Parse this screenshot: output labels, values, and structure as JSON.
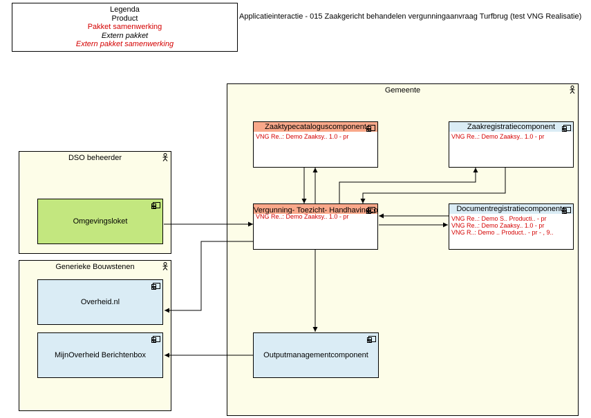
{
  "legend": {
    "title": "Legenda",
    "product": "Product",
    "pakket_samenwerking": "Pakket samenwerking",
    "extern_pakket": "Extern pakket",
    "extern_pakket_samenwerking": "Extern pakket samenwerking"
  },
  "diagram_title": "Applicatieinteractie - 015 Zaakgericht behandelen vergunningaanvraag Turfbrug (test VNG Realisatie)",
  "groups": {
    "gemeente": "Gemeente",
    "dso": "DSO beheerder",
    "generiek": "Generieke Bouwstenen"
  },
  "components": {
    "ztc": {
      "name": "Zaaktypecataloguscomponent",
      "lines": [
        "VNG Re..: Demo Zaaksy.. 1.0 - pr"
      ]
    },
    "zrc": {
      "name": "Zaakregistratiecomponent",
      "lines": [
        "VNG Re..: Demo Zaaksy.. 1.0 - pr"
      ]
    },
    "vth": {
      "name": "Vergunning- Toezicht- Handhavingcomponent",
      "lines": [
        "VNG Re..: Demo Zaaksy.. 1.0 - pr"
      ]
    },
    "drc": {
      "name": "Documentregistratiecomponents",
      "lines": [
        "VNG Re..: Demo S.. Producti.. - pr",
        "VNG Re..: Demo Zaaksy.. 1.0 - pr",
        "VNG R..: Demo .. Product.. - pr - , 9.."
      ]
    },
    "omgevingsloket": {
      "name": "Omgevingsloket"
    },
    "overheid": {
      "name": "Overheid.nl"
    },
    "mijnoverheid": {
      "name": "MijnOverheid Berichtenbox"
    },
    "output": {
      "name": "Outputmanagementcomponent"
    }
  },
  "colors": {
    "group_bg": "#fdfde8",
    "orange_header": "#f9a88a",
    "light_blue": "#daecf5",
    "green": "#c3e77f",
    "red_text": "#d40000"
  }
}
